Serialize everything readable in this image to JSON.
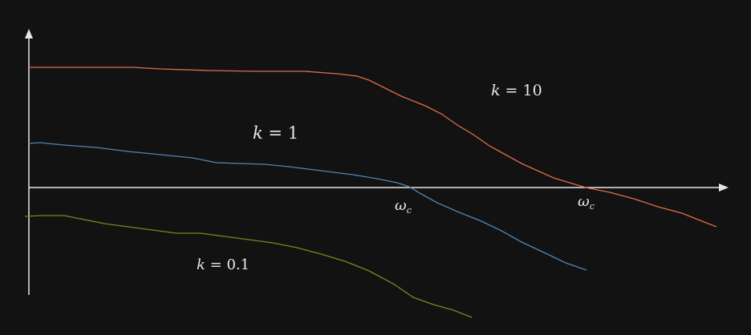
{
  "diagram": {
    "curves": [
      {
        "id": "k10",
        "label_var": "k",
        "label_rel": " = ",
        "label_val": "10",
        "color": "#e06c4a"
      },
      {
        "id": "k1",
        "label_var": "k",
        "label_rel": " = ",
        "label_val": "1",
        "color": "#4f86b5"
      },
      {
        "id": "k01",
        "label_var": "k",
        "label_rel": " = ",
        "label_val": "0.1",
        "color": "#6b8e23"
      }
    ],
    "crossovers": [
      {
        "symbol": "ω",
        "subscript": "c"
      },
      {
        "symbol": "ω",
        "subscript": "c"
      }
    ],
    "axis_color": "#e6e6e6"
  }
}
